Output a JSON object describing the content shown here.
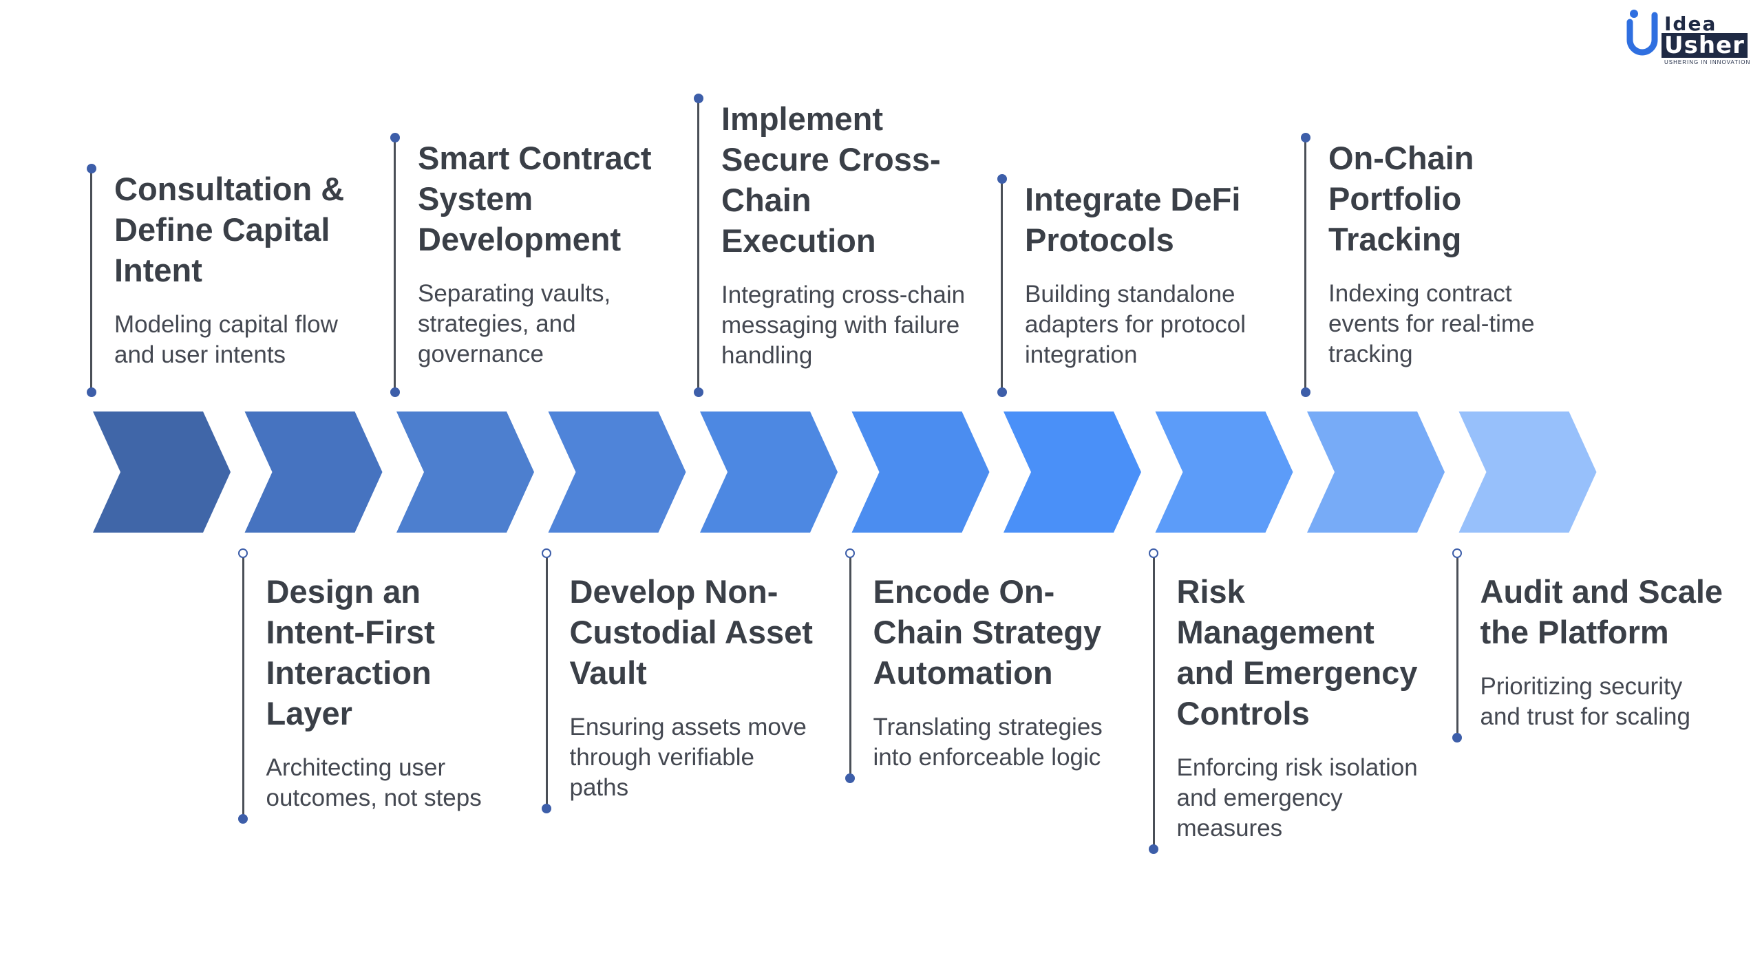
{
  "brand": {
    "logo_top": "Idea",
    "logo_main": "Usher",
    "tagline": "USHERING IN INNOVATION",
    "accent": "#2f6fe0"
  },
  "steps": [
    {
      "title": "Consultation & Define Capital Intent",
      "description": "Modeling capital flow and user intents",
      "position": "above",
      "color": "#4066a8"
    },
    {
      "title": "Design an Intent-First Interaction Layer",
      "description": "Architecting user outcomes, not steps",
      "position": "below",
      "color": "#4673c0"
    },
    {
      "title": "Smart Contract System Development",
      "description": "Separating vaults, strategies, and governance",
      "position": "above",
      "color": "#4d7fcf"
    },
    {
      "title": "Develop Non-Custodial Asset Vault",
      "description": "Ensuring assets move through verifiable paths",
      "position": "below",
      "color": "#4f84d9"
    },
    {
      "title": "Implement Secure Cross-Chain Execution",
      "description": "Integrating cross-chain messaging with failure handling",
      "position": "above",
      "color": "#4d88e2"
    },
    {
      "title": "Encode On-Chain Strategy Automation",
      "description": "Translating strategies into enforceable logic",
      "position": "below",
      "color": "#4b8df0"
    },
    {
      "title": "Integrate DeFi Protocols",
      "description": "Building standalone adapters for protocol integration",
      "position": "above",
      "color": "#4a90f8"
    },
    {
      "title": "Risk Management and Emergency Controls",
      "description": "Enforcing risk isolation and emergency measures",
      "position": "below",
      "color": "#5c9cf9"
    },
    {
      "title": "On-Chain Portfolio Tracking",
      "description": "Indexing contract events for real-time tracking",
      "position": "above",
      "color": "#77abf7"
    },
    {
      "title": "Audit and Scale the Platform",
      "description": "Prioritizing security and trust for scaling",
      "position": "below",
      "color": "#97c0fb"
    }
  ]
}
